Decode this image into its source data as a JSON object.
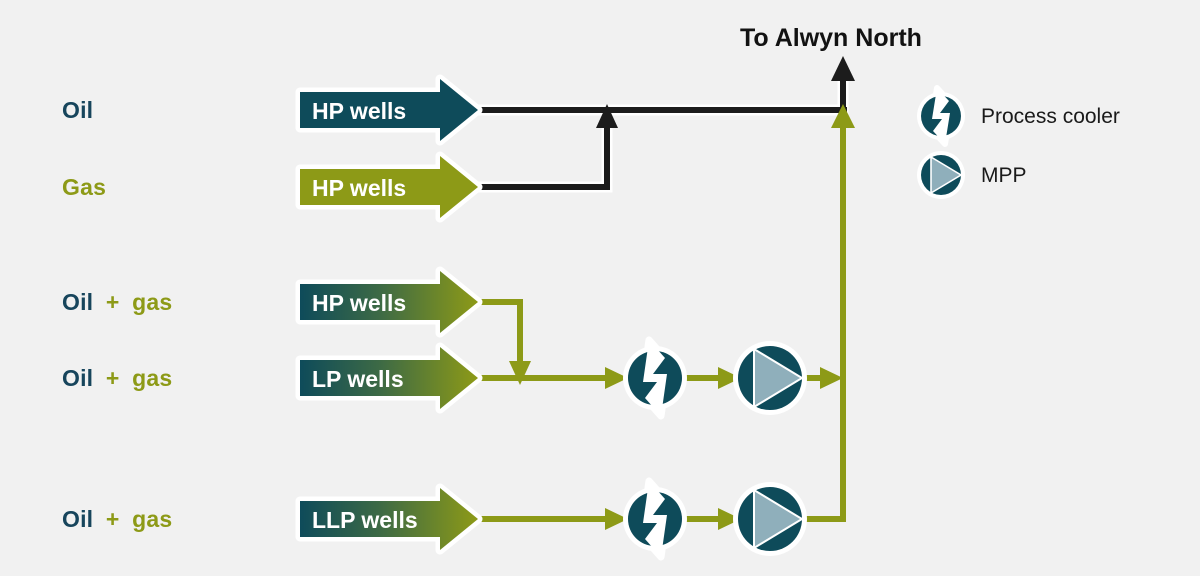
{
  "diagram": {
    "title": "To Alwyn North",
    "background_color": "#f1f1f1",
    "colors": {
      "teal": "#0e4b5a",
      "teal_dark_text": "#17455c",
      "olive": "#8d9a17",
      "black_line": "#1c1c1c",
      "mpp_triangle": "#8fafbb",
      "icon_outline": "#ffffff"
    },
    "rows": [
      {
        "id": "oil-hp",
        "label_parts": {
          "oil": "Oil",
          "plus": "",
          "gas": ""
        },
        "arrow_label": "HP wells",
        "arrow_style": "solid-teal"
      },
      {
        "id": "gas-hp",
        "label_parts": {
          "oil": "",
          "plus": "",
          "gas": "Gas"
        },
        "arrow_label": "HP wells",
        "arrow_style": "solid-olive"
      },
      {
        "id": "oilgas-hp",
        "label_parts": {
          "oil": "Oil",
          "plus": "+",
          "gas": "gas"
        },
        "arrow_label": "HP wells",
        "arrow_style": "gradient-teal-olive"
      },
      {
        "id": "oilgas-lp",
        "label_parts": {
          "oil": "Oil",
          "plus": "+",
          "gas": "gas"
        },
        "arrow_label": "LP wells",
        "arrow_style": "gradient-teal-olive"
      },
      {
        "id": "oilgas-llp",
        "label_parts": {
          "oil": "Oil",
          "plus": "+",
          "gas": "gas"
        },
        "arrow_label": "LLP wells",
        "arrow_style": "gradient-teal-olive"
      }
    ],
    "legend": [
      {
        "id": "process-cooler",
        "label": "Process cooler",
        "icon": "lightning-bolt-circle-icon"
      },
      {
        "id": "mpp",
        "label": "MPP",
        "icon": "triangle-circle-icon"
      }
    ],
    "equipment": [
      {
        "id": "cooler-mid",
        "type": "process-cooler",
        "row": "oilgas-lp"
      },
      {
        "id": "mpp-mid",
        "type": "mpp",
        "row": "oilgas-lp"
      },
      {
        "id": "cooler-bottom",
        "type": "process-cooler",
        "row": "oilgas-llp"
      },
      {
        "id": "mpp-bottom",
        "type": "mpp",
        "row": "oilgas-llp"
      }
    ]
  }
}
